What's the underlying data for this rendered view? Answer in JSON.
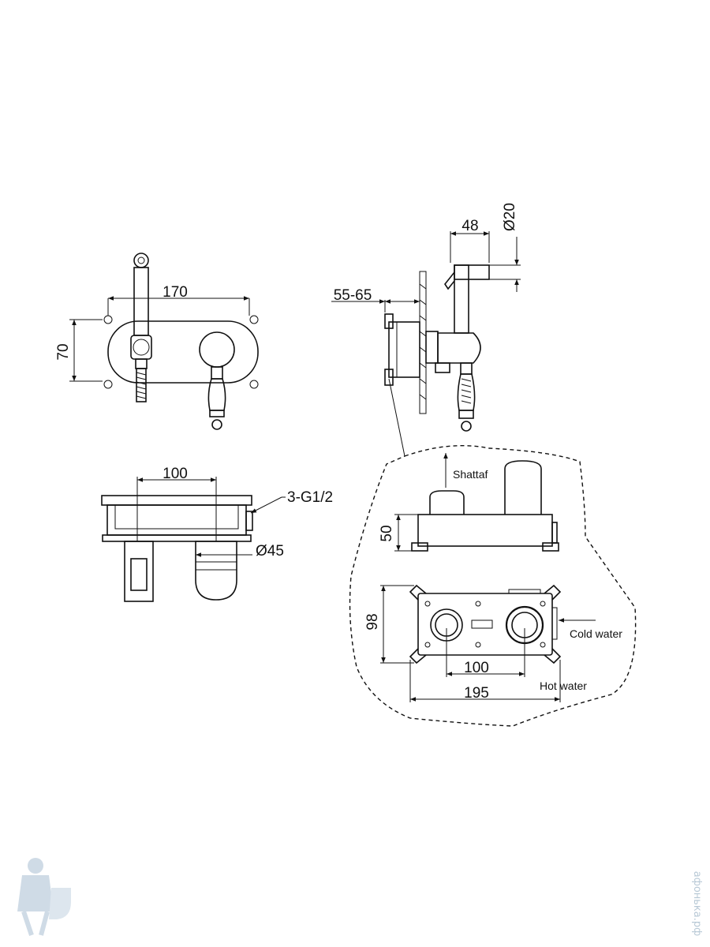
{
  "dimensions": {
    "front_width": "170",
    "front_height": "70",
    "side_depth": "55-65",
    "spout_length": "48",
    "spout_diameter": "Ø20",
    "top_width": "100",
    "thread": "3-G1/2",
    "top_diameter": "Ø45",
    "box_height": "50",
    "box_depth": "98",
    "inlet_spacing": "100",
    "box_width": "195"
  },
  "labels": {
    "outlet": "Shattaf",
    "cold_inlet": "Cold water",
    "hot_inlet": "Hot water"
  },
  "watermark": {
    "text": "афонька.рф",
    "color": "#b8c9d6"
  }
}
